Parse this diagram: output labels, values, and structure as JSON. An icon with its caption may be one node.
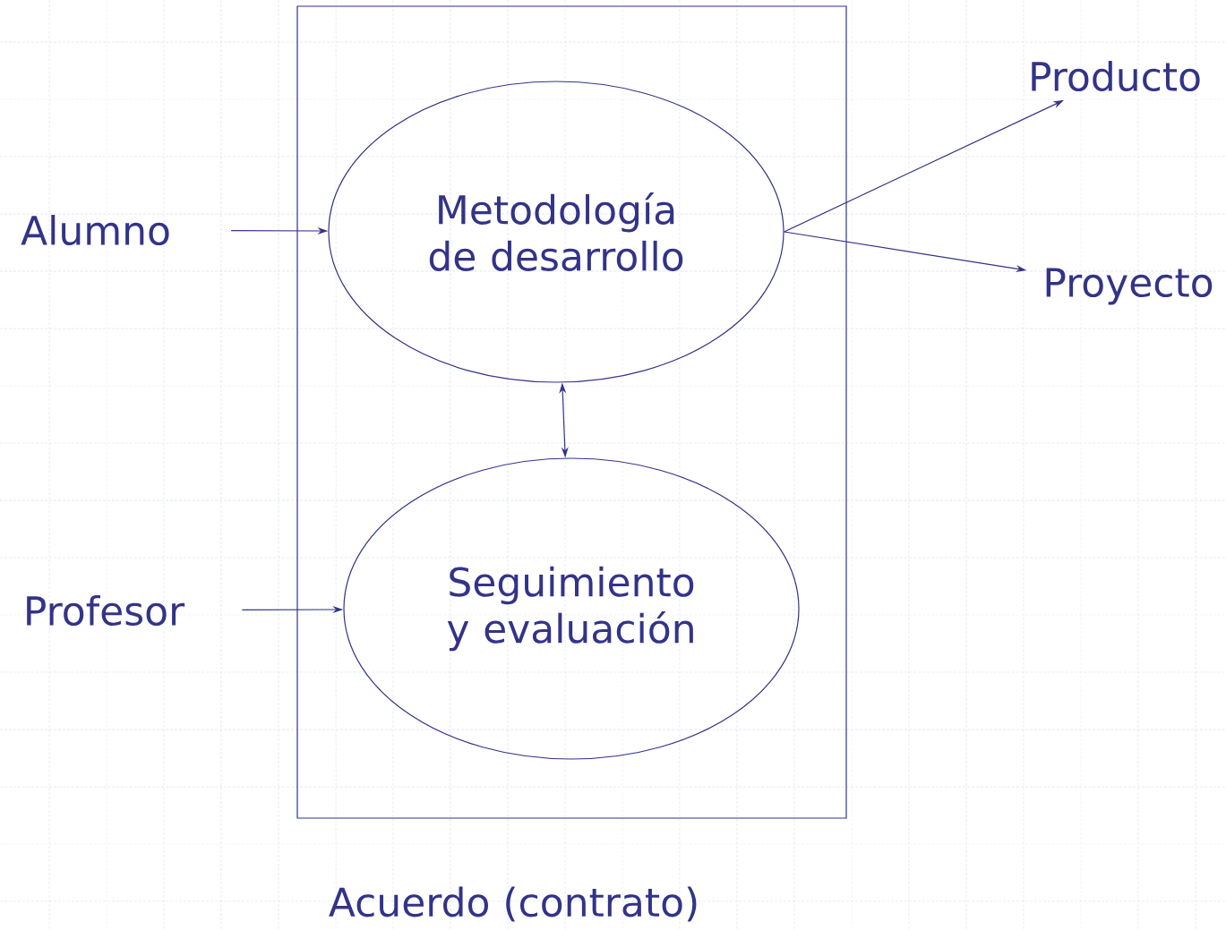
{
  "diagram": {
    "nodes": [
      {
        "text": [
          "Acuerdo (contrato)"
        ]
      },
      {
        "text": [
          "Metodología de desarrollo"
        ],
        "in": 0
      },
      {
        "text": [
          "Seguimiento y evaluación"
        ],
        "in": 0
      },
      {
        "text": [
          "Alumno"
        ]
      },
      {
        "text": [
          "Profesor"
        ]
      },
      {
        "text": [
          "Producto"
        ]
      },
      {
        "text": [
          "Proyecto"
        ]
      }
    ],
    "edges": [
      {
        "from": 3,
        "to": 1,
        "arrow": "to"
      },
      {
        "from": 4,
        "to": 2,
        "arrow": "to"
      },
      {
        "from": 1,
        "to": 5,
        "arrow": "to"
      },
      {
        "from": 1,
        "to": 6,
        "arrow": "to"
      },
      {
        "from": 1,
        "to": 2,
        "arrow": "both"
      }
    ]
  }
}
